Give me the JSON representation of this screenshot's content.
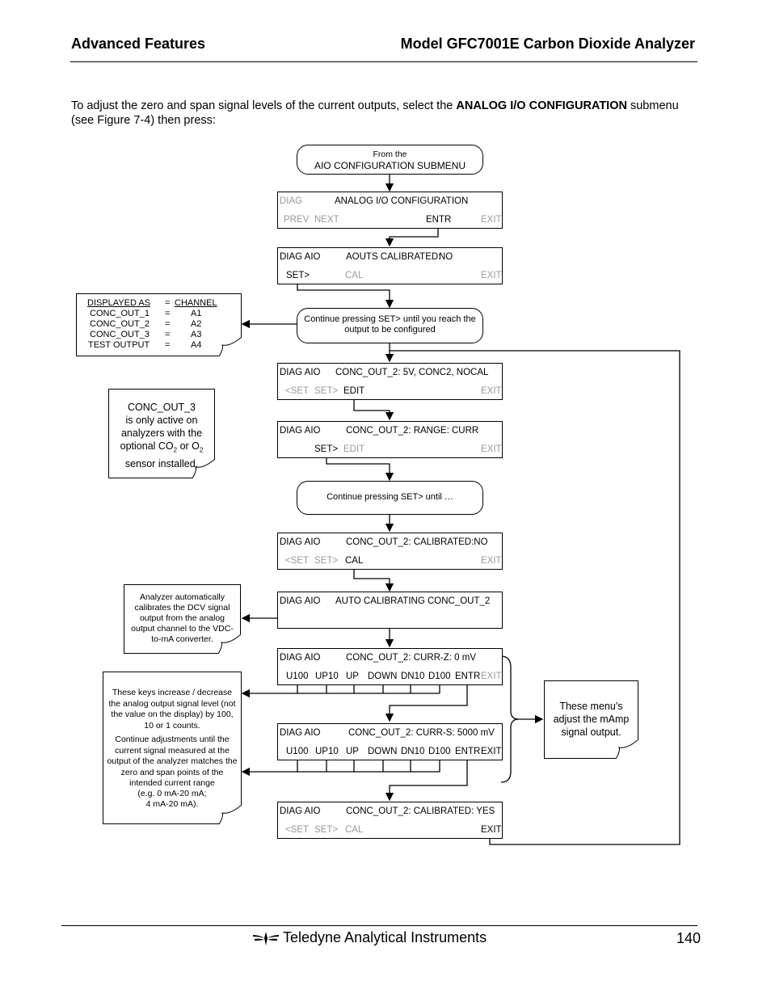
{
  "header": {
    "left": "Advanced Features",
    "right": "Model GFC7001E Carbon Dioxide Analyzer"
  },
  "intro": {
    "text_a": "To adjust the zero and span signal levels of the current outputs, select the ",
    "bold": "ANALOG I/O CONFIGURATION",
    "text_b": " submenu (see Figure 7-4) then press:"
  },
  "start_pill": {
    "line1": "From the",
    "line2": "AIO CONFIGURATION SUBMENU"
  },
  "displays": [
    {
      "r1_a": "DIAG",
      "r1_b": "ANALOG I/O CONFIGURATION",
      "r2": [
        "PREV",
        "NEXT",
        "ENTR",
        "EXIT"
      ]
    },
    {
      "r1_a": "DIAG AIO",
      "r1_b": "AOUTS CALIBRATED:",
      "r1_c": "NO",
      "r2": [
        "SET>",
        "CAL",
        "EXIT"
      ]
    },
    {
      "r1_a": "DIAG AIO",
      "r1_b": "CONC_OUT_2: 5V, CONC2, NOCAL",
      "r2": [
        "<SET",
        "SET>",
        "EDIT",
        "EXIT"
      ]
    },
    {
      "r1_a": "DIAG AIO",
      "r1_b": "CONC_OUT_2: RANGE: CURR",
      "r2": [
        "SET>",
        "EDIT",
        "EXIT"
      ]
    },
    {
      "r1_a": "DIAG AIO",
      "r1_b": "CONC_OUT_2: CALIBRATED:NO",
      "r2": [
        "<SET",
        "SET>",
        "CAL",
        "EXIT"
      ]
    },
    {
      "r1_a": "DIAG AIO",
      "r1_b": "AUTO CALIBRATING CONC_OUT_2"
    },
    {
      "r1_a": "DIAG AIO",
      "r1_b": "CONC_OUT_2:  CURR-Z: 0 mV",
      "r2": [
        "U100",
        "UP10",
        "UP",
        "DOWN",
        "DN10",
        "D100",
        "ENTR",
        "EXIT"
      ]
    },
    {
      "r1_a": "DIAG AIO",
      "r1_b": "CONC_OUT_2:  CURR-S: 5000 mV",
      "r2": [
        "U100",
        "UP10",
        "UP",
        "DOWN",
        "DN10",
        "D100",
        "ENTR",
        "EXIT"
      ]
    },
    {
      "r1_a": "DIAG AIO",
      "r1_b": "CONC_OUT_2: CALIBRATED: YES",
      "r2": [
        "<SET",
        "SET>",
        "CAL",
        "EXIT"
      ]
    }
  ],
  "pill_continue_1": {
    "text": "Continue pressing SET> until you reach the output to be configured"
  },
  "pill_continue_2": {
    "text": "Continue pressing SET> until …"
  },
  "channel_table": {
    "header": [
      "DISPLAYED AS",
      "=",
      "CHANNEL"
    ],
    "rows": [
      [
        "CONC_OUT_1",
        "=",
        "A1"
      ],
      [
        "CONC_OUT_2",
        "=",
        "A2"
      ],
      [
        "CONC_OUT_3",
        "=",
        "A3"
      ],
      [
        "TEST OUTPUT",
        "=",
        "A4"
      ]
    ]
  },
  "note_conc3": {
    "l1": "CONC_OUT_3",
    "l2": "is only active on",
    "l3": "analyzers with the",
    "l4a": "optional CO",
    "l4sub": "2",
    "l4b": " or O",
    "l4sub2": "2",
    "l5": "sensor installed."
  },
  "note_autocal": {
    "text": "Analyzer automatically calibrates the DCV signal output from the analog output channel to the VDC-to-mA converter."
  },
  "note_keys": {
    "p1": "These keys increase / decrease the analog output signal level (not the value on the display) by 100, 10 or 1 counts.",
    "p2": "Continue adjustments until the current signal measured at the output of the analyzer matches the zero and span points of the intended current range",
    "p3": "(e.g.   0 mA-20 mA;",
    "p4": "4 mA-20 mA)."
  },
  "note_menus": {
    "text": "These menu’s adjust the mAmp signal output."
  },
  "footer": {
    "brand": "Teledyne Analytical Instruments",
    "page": "140"
  }
}
